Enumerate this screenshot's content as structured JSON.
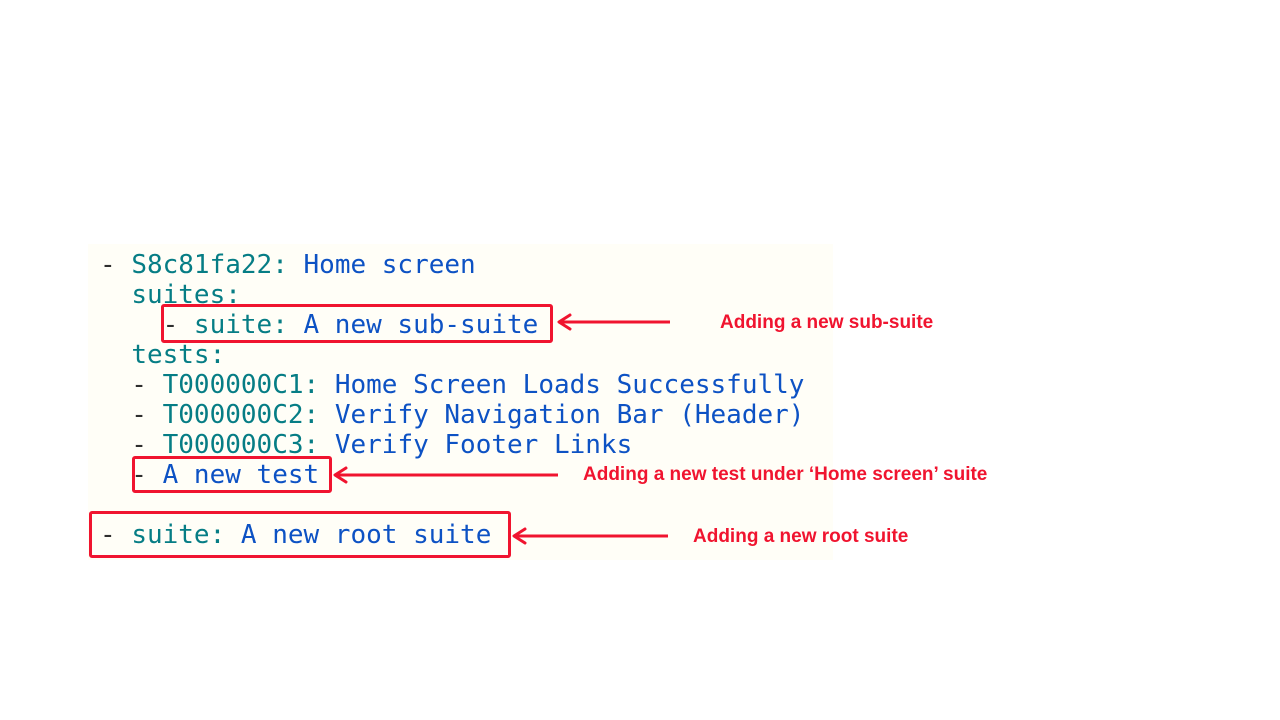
{
  "colors": {
    "key": "#067d85",
    "value": "#0d52c4",
    "punct": "#2e2e2e",
    "annotation": "#f0142f",
    "code_background": "#fffef7"
  },
  "code": {
    "lines": [
      {
        "segments": [
          {
            "text": "- ",
            "type": "punct"
          },
          {
            "text": "S8c81fa22:",
            "type": "key"
          },
          {
            "text": " ",
            "type": "punct"
          },
          {
            "text": "Home screen",
            "type": "value"
          }
        ]
      },
      {
        "segments": [
          {
            "text": "  ",
            "type": "punct"
          },
          {
            "text": "suites:",
            "type": "key"
          }
        ]
      },
      {
        "segments": [
          {
            "text": "    - ",
            "type": "punct"
          },
          {
            "text": "suite:",
            "type": "key"
          },
          {
            "text": " ",
            "type": "punct"
          },
          {
            "text": "A new sub-suite",
            "type": "value"
          }
        ]
      },
      {
        "segments": [
          {
            "text": "  ",
            "type": "punct"
          },
          {
            "text": "tests:",
            "type": "key"
          }
        ]
      },
      {
        "segments": [
          {
            "text": "  - ",
            "type": "punct"
          },
          {
            "text": "T000000C1:",
            "type": "key"
          },
          {
            "text": " ",
            "type": "punct"
          },
          {
            "text": "Home Screen Loads Successfully",
            "type": "value"
          }
        ]
      },
      {
        "segments": [
          {
            "text": "  - ",
            "type": "punct"
          },
          {
            "text": "T000000C2:",
            "type": "key"
          },
          {
            "text": " ",
            "type": "punct"
          },
          {
            "text": "Verify Navigation Bar (Header)",
            "type": "value"
          }
        ]
      },
      {
        "segments": [
          {
            "text": "  - ",
            "type": "punct"
          },
          {
            "text": "T000000C3:",
            "type": "key"
          },
          {
            "text": " ",
            "type": "punct"
          },
          {
            "text": "Verify Footer Links",
            "type": "value"
          }
        ]
      },
      {
        "segments": [
          {
            "text": "  - ",
            "type": "punct"
          },
          {
            "text": "A new test",
            "type": "value"
          }
        ]
      },
      {
        "segments": []
      },
      {
        "segments": [
          {
            "text": "- ",
            "type": "punct"
          },
          {
            "text": "suite:",
            "type": "key"
          },
          {
            "text": " ",
            "type": "punct"
          },
          {
            "text": "A new root suite",
            "type": "value"
          }
        ]
      }
    ]
  },
  "annotations": [
    {
      "label": "Adding a new sub-suite"
    },
    {
      "label": "Adding a new test under ‘Home screen’ suite"
    },
    {
      "label": "Adding a new root suite"
    }
  ]
}
